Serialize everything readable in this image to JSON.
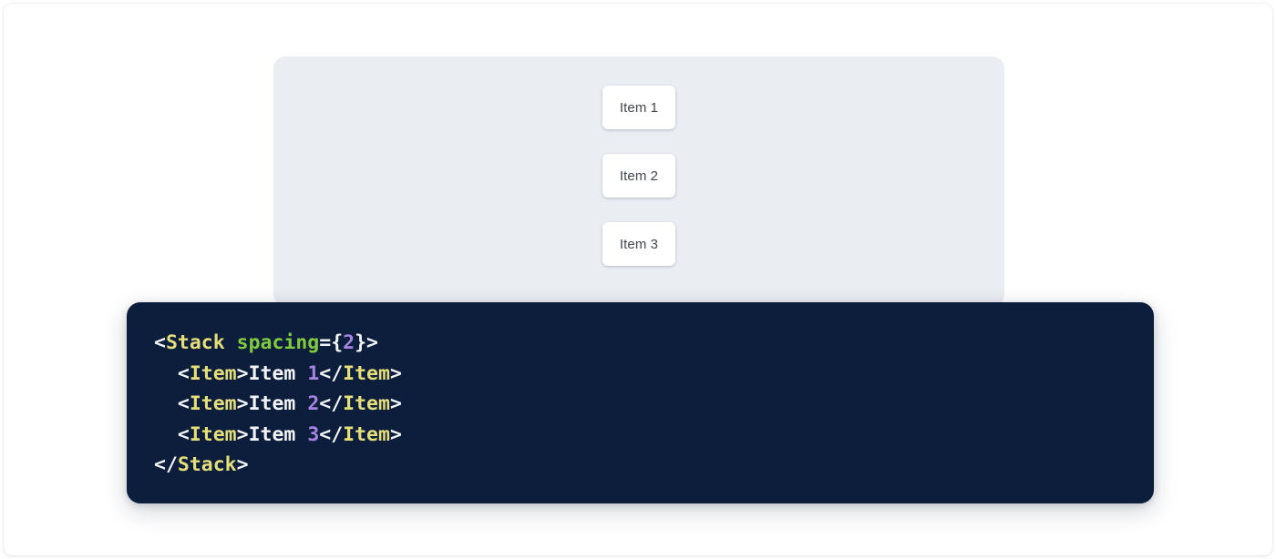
{
  "preview": {
    "panel_bg": "#eaedf2",
    "stack": {
      "name": "Stack",
      "spacing": "2",
      "items": [
        {
          "label": "Item 1"
        },
        {
          "label": "Item 2"
        },
        {
          "label": "Item 3"
        }
      ]
    }
  },
  "code": {
    "language": "jsx",
    "background": "#0c1e3c",
    "colors": {
      "tag": "#e6df79",
      "attribute": "#80cc3e",
      "number": "#a584e2",
      "punctuation": "#f2f4f8",
      "text": "#f2f4f8"
    },
    "lines": [
      {
        "tokens": [
          {
            "t": "<",
            "k": "punct"
          },
          {
            "t": "Stack",
            "k": "tag"
          },
          {
            "t": " ",
            "k": "punct"
          },
          {
            "t": "spacing",
            "k": "attr"
          },
          {
            "t": "={",
            "k": "punct"
          },
          {
            "t": "2",
            "k": "num"
          },
          {
            "t": "}>",
            "k": "punct"
          }
        ]
      },
      {
        "tokens": [
          {
            "t": "  <",
            "k": "punct"
          },
          {
            "t": "Item",
            "k": "tag"
          },
          {
            "t": ">",
            "k": "punct"
          },
          {
            "t": "Item ",
            "k": "text"
          },
          {
            "t": "1",
            "k": "num"
          },
          {
            "t": "</",
            "k": "punct"
          },
          {
            "t": "Item",
            "k": "tag"
          },
          {
            "t": ">",
            "k": "punct"
          }
        ]
      },
      {
        "tokens": [
          {
            "t": "  <",
            "k": "punct"
          },
          {
            "t": "Item",
            "k": "tag"
          },
          {
            "t": ">",
            "k": "punct"
          },
          {
            "t": "Item ",
            "k": "text"
          },
          {
            "t": "2",
            "k": "num"
          },
          {
            "t": "</",
            "k": "punct"
          },
          {
            "t": "Item",
            "k": "tag"
          },
          {
            "t": ">",
            "k": "punct"
          }
        ]
      },
      {
        "tokens": [
          {
            "t": "  <",
            "k": "punct"
          },
          {
            "t": "Item",
            "k": "tag"
          },
          {
            "t": ">",
            "k": "punct"
          },
          {
            "t": "Item ",
            "k": "text"
          },
          {
            "t": "3",
            "k": "num"
          },
          {
            "t": "</",
            "k": "punct"
          },
          {
            "t": "Item",
            "k": "tag"
          },
          {
            "t": ">",
            "k": "punct"
          }
        ]
      },
      {
        "tokens": [
          {
            "t": "</",
            "k": "punct"
          },
          {
            "t": "Stack",
            "k": "tag"
          },
          {
            "t": ">",
            "k": "punct"
          }
        ]
      }
    ]
  }
}
